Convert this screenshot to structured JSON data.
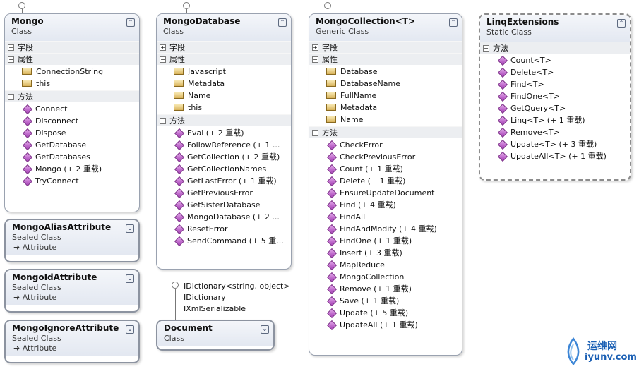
{
  "mongo": {
    "name": "Mongo",
    "stereotype": "Class",
    "fields_label": "字段",
    "properties_label": "属性",
    "methods_label": "方法",
    "properties": [
      "ConnectionString",
      "this"
    ],
    "methods": [
      "Connect",
      "Disconnect",
      "Dispose",
      "GetDatabase",
      "GetDatabases",
      "Mongo (+ 2 重载)",
      "TryConnect"
    ]
  },
  "mongo_database": {
    "name": "MongoDatabase",
    "stereotype": "Class",
    "fields_label": "字段",
    "properties_label": "属性",
    "methods_label": "方法",
    "properties": [
      "Javascript",
      "Metadata",
      "Name",
      "this"
    ],
    "methods": [
      "Eval (+ 2 重载)",
      "FollowReference (+ 1 ...",
      "GetCollection (+ 2 重载)",
      "GetCollectionNames",
      "GetLastError (+ 1 重载)",
      "GetPreviousError",
      "GetSisterDatabase",
      "MongoDatabase (+ 2 ...",
      "ResetError",
      "SendCommand (+ 5 重..."
    ]
  },
  "mongo_collection": {
    "name": "MongoCollection<T>",
    "stereotype": "Generic Class",
    "fields_label": "字段",
    "properties_label": "属性",
    "methods_label": "方法",
    "properties": [
      "Database",
      "DatabaseName",
      "FullName",
      "Metadata",
      "Name"
    ],
    "methods": [
      "CheckError",
      "CheckPreviousError",
      "Count (+ 1 重载)",
      "Delete (+ 1 重载)",
      "EnsureUpdateDocument",
      "Find (+ 4 重载)",
      "FindAll",
      "FindAndModify (+ 4 重载)",
      "FindOne (+ 1 重载)",
      "Insert (+ 3 重载)",
      "MapReduce",
      "MongoCollection",
      "Remove (+ 1 重载)",
      "Save (+ 1 重载)",
      "Update (+ 5 重载)",
      "UpdateAll (+ 1 重载)"
    ]
  },
  "linq_extensions": {
    "name": "LinqExtensions",
    "stereotype": "Static Class",
    "methods_label": "方法",
    "methods": [
      "Count<T>",
      "Delete<T>",
      "Find<T>",
      "FindOne<T>",
      "GetQuery<T>",
      "Linq<T> (+ 1 重载)",
      "Remove<T>",
      "Update<T> (+ 3 重载)",
      "UpdateAll<T> (+ 1 重载)"
    ]
  },
  "alias_attr": {
    "name": "MongoAliasAttribute",
    "stereotype": "Sealed Class",
    "base": "Attribute"
  },
  "id_attr": {
    "name": "MongoIdAttribute",
    "stereotype": "Sealed Class",
    "base": "Attribute"
  },
  "ignore_attr": {
    "name": "MongoIgnoreAttribute",
    "stereotype": "Sealed Class",
    "base": "Attribute"
  },
  "document": {
    "name": "Document",
    "stereotype": "Class",
    "interfaces": [
      "IDictionary<string, object>",
      "IDictionary",
      "IXmlSerializable"
    ]
  },
  "watermark": {
    "line1": "运维网",
    "line2": "iyunv.com"
  }
}
